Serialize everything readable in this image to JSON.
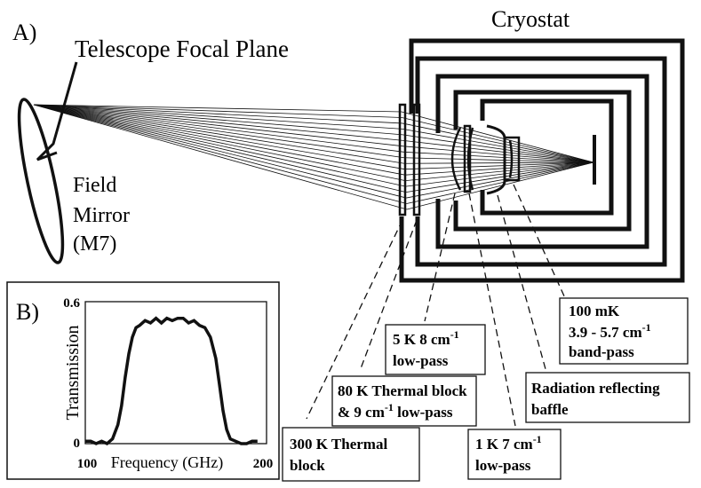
{
  "panel_a_label": "A)",
  "panel_b_label": "B)",
  "cryostat_title": "Cryostat",
  "telescope_label": "Telescope Focal Plane",
  "field_mirror": [
    "Field",
    "Mirror",
    "(M7)"
  ],
  "callouts": {
    "thermal_300k": {
      "line1": "300 K Thermal",
      "line2": "block"
    },
    "thermal_80k": {
      "line1a": "80 K Thermal block",
      "line2a": "& 9 cm",
      "sup": "-1",
      "line2b": " low-pass"
    },
    "lp_5k": {
      "line1a": "5 K 8 cm",
      "sup": "-1",
      "line2": "low-pass"
    },
    "lp_1k": {
      "line1a": "1 K 7 cm",
      "sup": "-1",
      "line2": "low-pass"
    },
    "baffle": {
      "line1": "Radiation reflecting",
      "line2": "baffle"
    },
    "bp_100mk": {
      "line1": "100 mK",
      "line2a": "3.9 - 5.7 cm",
      "sup": "-1",
      "line3": "band-pass"
    }
  },
  "chart_data": {
    "type": "line",
    "xlabel": "Frequency (GHz)",
    "ylabel": "Transmission",
    "xlim": [
      100,
      200
    ],
    "ylim": [
      0,
      0.6
    ],
    "x_ticks": [
      "100",
      "200"
    ],
    "y_ticks": [
      "0",
      "0.6"
    ],
    "series": [
      {
        "x": [
          100,
          103,
          106,
          109,
          112,
          115,
          118,
          120,
          122,
          124,
          126,
          128,
          130,
          133,
          136,
          139,
          142,
          145,
          148,
          151,
          154,
          157,
          160,
          163,
          166,
          169,
          172,
          174,
          176,
          178,
          180,
          183,
          186,
          189,
          192,
          195
        ],
        "y": [
          0.01,
          0.01,
          0.0,
          0.01,
          0.0,
          0.02,
          0.08,
          0.16,
          0.28,
          0.38,
          0.45,
          0.49,
          0.5,
          0.52,
          0.51,
          0.53,
          0.51,
          0.53,
          0.52,
          0.53,
          0.53,
          0.51,
          0.52,
          0.5,
          0.49,
          0.45,
          0.36,
          0.25,
          0.14,
          0.06,
          0.02,
          0.01,
          0.0,
          0.0,
          0.01,
          0.01
        ]
      }
    ]
  }
}
